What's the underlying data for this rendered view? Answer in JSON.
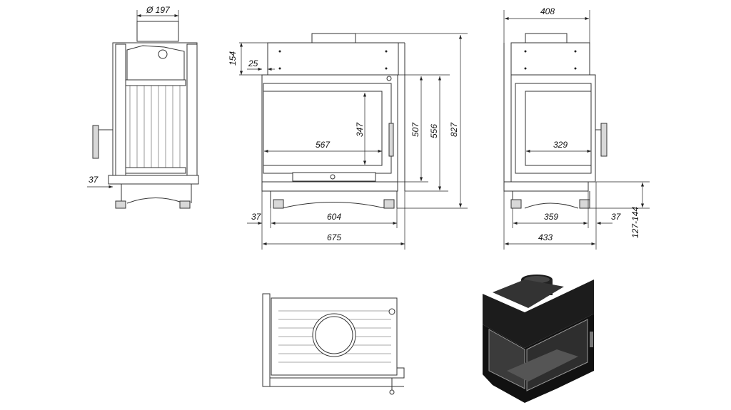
{
  "drawing": {
    "side_view": {
      "flue_diameter": "Ø 197",
      "depth_offset": "37"
    },
    "front_view": {
      "top_height": "154",
      "top_offset": "25",
      "glass_height": "347",
      "glass_width": "567",
      "door_height": "507",
      "frame_height": "556",
      "total_height": "827",
      "left_offset": "37",
      "inner_width": "604",
      "total_width": "675"
    },
    "right_view": {
      "top_width": "408",
      "glass_width": "329",
      "inner_width": "359",
      "right_offset": "37",
      "total_width": "433",
      "leg_height": "127-144"
    }
  }
}
